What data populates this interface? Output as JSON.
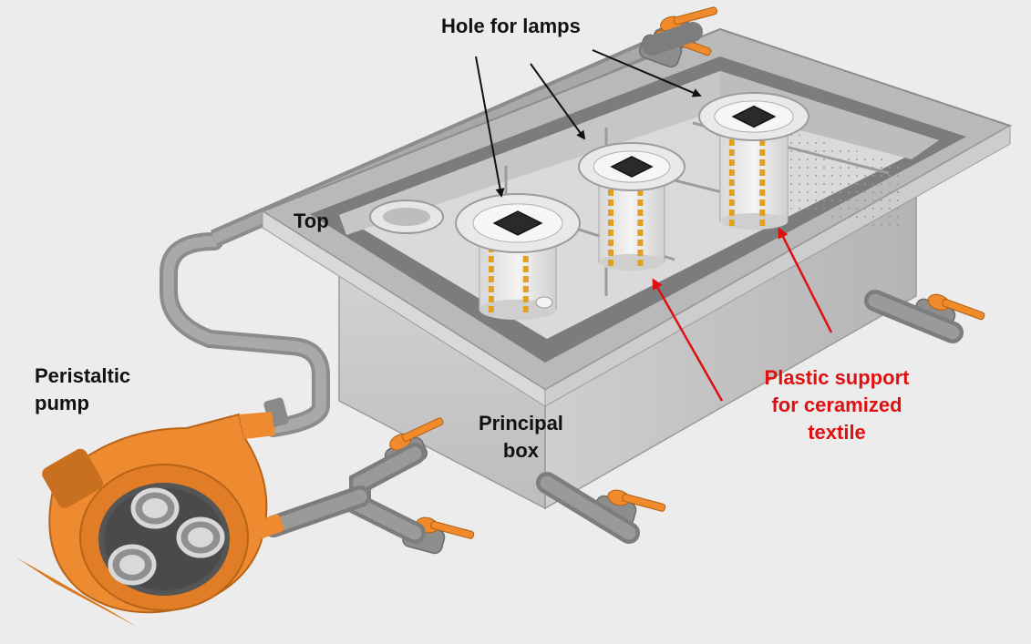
{
  "labels": {
    "hole_for_lamps": "Hole for lamps",
    "top": "Top",
    "peristaltic_pump": [
      "Peristaltic",
      "pump"
    ],
    "principal_box": [
      "Principal",
      "box"
    ],
    "plastic_support": [
      "Plastic support",
      "for ceramized",
      "textile"
    ]
  },
  "colors": {
    "background": "#ececec",
    "box_body": "#c9c9c9",
    "frame": "#8a8a8a",
    "pipe": "#9a9a9a",
    "valve_handle": "#f08a2a",
    "pump_orange": "#ee8a30",
    "led": "#e0a020",
    "black_label": "#111111",
    "red_label": "#e01010",
    "red_arrow": "#e01010"
  },
  "parts": {
    "lamps": 3,
    "valves": 6
  }
}
